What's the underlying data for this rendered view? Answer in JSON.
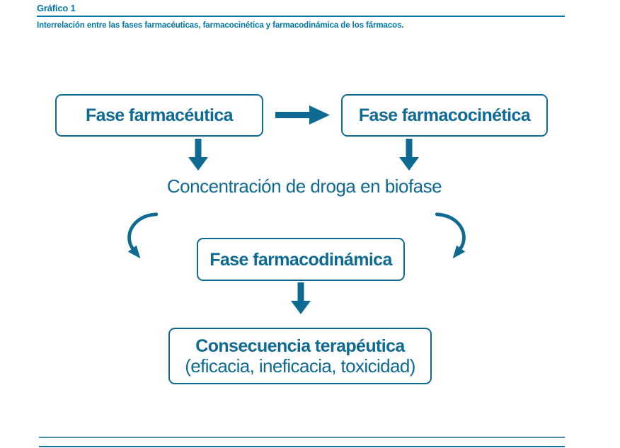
{
  "header": {
    "label": "Gráfico 1",
    "caption": "Interrelación entre las fases farmacéuticas, farmacocinética y farmacodinámica de los fármacos."
  },
  "diagram": {
    "nodes": {
      "pharmaceutical": {
        "label": "Fase farmacéutica"
      },
      "pharmacokinetic": {
        "label": "Fase farmacocinética"
      },
      "pharmacodynamic": {
        "label": "Fase farmacodinámica"
      },
      "consequence": {
        "title": "Consecuencia terapéutica",
        "subtitle": "(eficacia, ineficacia, toxicidad)"
      }
    },
    "free_text": {
      "biophase": "Concentración de droga en biofase"
    },
    "icons": {
      "right_arrow": "arrow-right",
      "down_arrow": "arrow-down",
      "curved_left": "curved-arrow-left",
      "curved_right": "curved-arrow-right"
    }
  },
  "colors": {
    "accent": "#0e6a93",
    "header_text": "#0076a9",
    "bottom_rule_light": "#4a8cb0",
    "bottom_rule_dark": "#17719e"
  }
}
